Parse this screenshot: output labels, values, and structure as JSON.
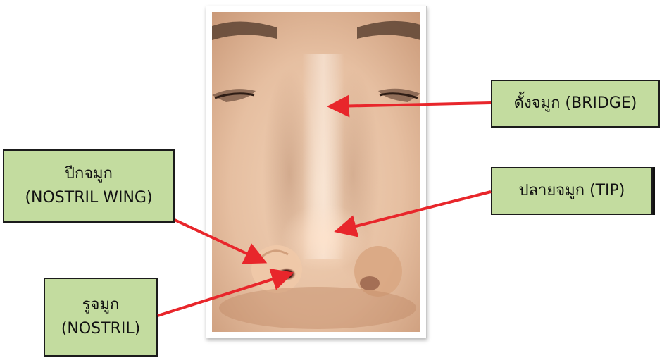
{
  "labels": {
    "bridge": {
      "text": "ดั้งจมูก (BRIDGE)"
    },
    "nostril_wing": {
      "line1": "ปีกจมูก",
      "line2": "(NOSTRIL WING)"
    },
    "tip": {
      "text": "ปลายจมูก (TIP)"
    },
    "nostril": {
      "line1": "รูจมูก",
      "line2": "(NOSTRIL)"
    }
  },
  "colors": {
    "label_fill": "#c3dc9f",
    "label_border": "#1b1b1b",
    "arrow": "#e8262b",
    "skin": "#e8c1a3"
  }
}
